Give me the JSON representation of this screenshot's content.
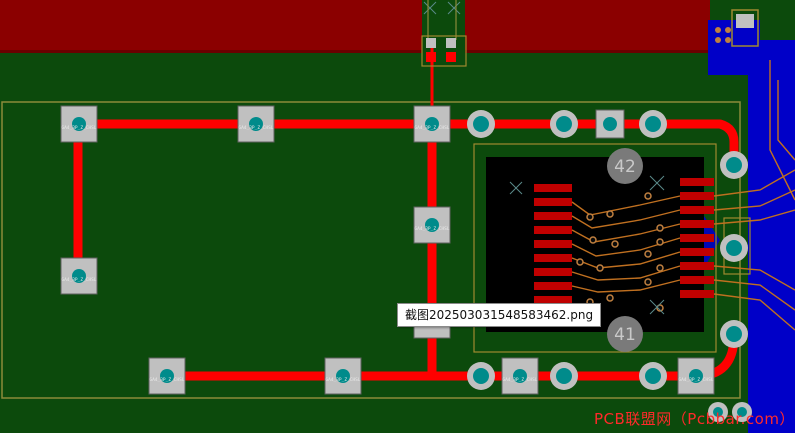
{
  "tooltip": {
    "filename": "截图20250303154858346​2.png"
  },
  "watermark": {
    "text": "PCB联盟网（Pcbbar.com）"
  },
  "pcb": {
    "big_labels": [
      "42",
      "41"
    ],
    "pad_labels": [
      "GA4_3P_Z_CHSL",
      "GA4_3P_Z_CHSL",
      "GA4_3P_Z_CHSL",
      "GA4_3P_Z_CHSL",
      "GA4_3P_Z_CHSL",
      "GA4_3P_Z_CHSL",
      "GA4_3P_Z_CHSL",
      "GA4_3P_Z_CHSL",
      "GA4_3P_Z_CHSL"
    ],
    "colors": {
      "board": "#0c4a0c",
      "copper_top": "#8b0000",
      "trace": "#ff0000",
      "bottom_layer": "#0000c8",
      "pad": "#c0c0c0",
      "via": "#008b8b",
      "silkscreen": "#a08a30",
      "outline": "#8b8b3a"
    }
  }
}
